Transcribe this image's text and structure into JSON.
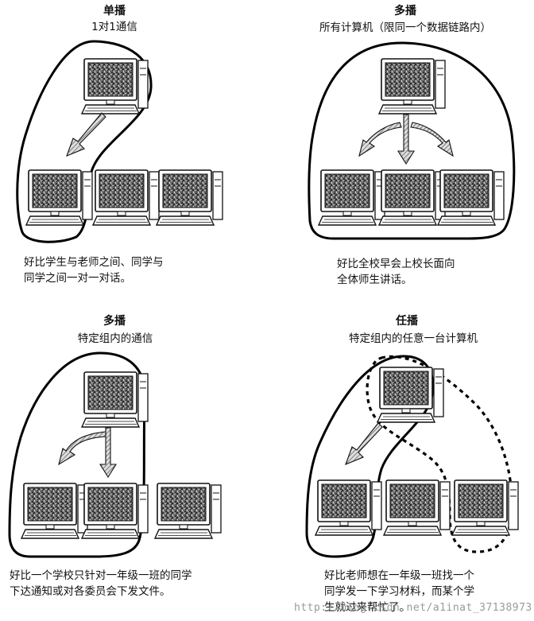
{
  "panels": {
    "unicast": {
      "title": "单播",
      "subtitle": "1对1通信",
      "caption_line1": "好比学生与老师之间、同学与",
      "caption_line2": "同学之间一对一对话。"
    },
    "broadcast": {
      "title": "多播",
      "subtitle": "所有计算机（限同一个数据链路内）",
      "caption_line1": "好比全校早会上校长面向",
      "caption_line2": "全体师生讲话。"
    },
    "multicast": {
      "title": "多播",
      "subtitle": "特定组内的通信",
      "caption_line1": "好比一个学校只针对一年级一班的同学",
      "caption_line2": "下达通知或对各委员会下发文件。"
    },
    "anycast": {
      "title": "任播",
      "subtitle": "特定组内的任意一台计算机",
      "caption_line1": "好比老师想在一年级一班找一个",
      "caption_line2": "同学发一下学习材料，而某个学",
      "caption_line3": "生就过来帮忙了。"
    }
  },
  "watermark": "http://blog.csdn.net/a1inat_37138973"
}
